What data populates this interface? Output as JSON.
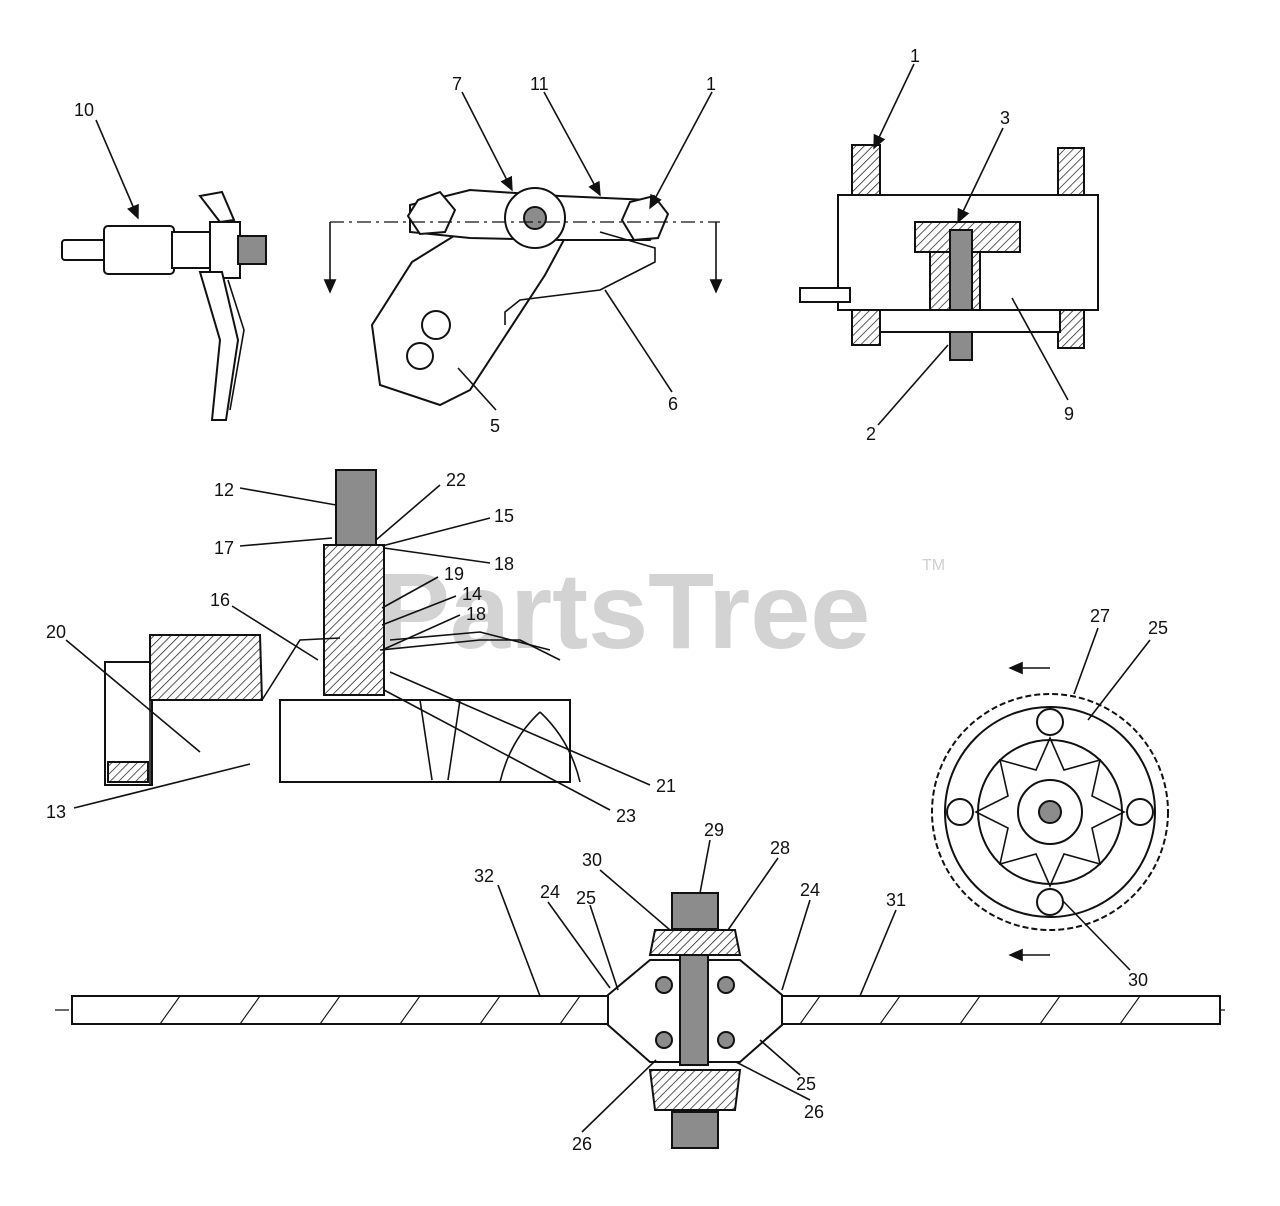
{
  "watermark": {
    "brand": "PartsTree",
    "trademark": "TM"
  },
  "callouts": {
    "c10": "10",
    "c7": "7",
    "c11": "11",
    "c1a": "1",
    "c5": "5",
    "c6": "6",
    "c1b": "1",
    "c3": "3",
    "c2": "2",
    "c9": "9",
    "c12": "12",
    "c22": "22",
    "c15": "15",
    "c17": "17",
    "c18a": "18",
    "c19": "19",
    "c14": "14",
    "c16": "16",
    "c18b": "18",
    "c20": "20",
    "c13": "13",
    "c21": "21",
    "c23": "23",
    "c27": "27",
    "c25a": "25",
    "c30a": "30",
    "c29": "29",
    "c30b": "30",
    "c28": "28",
    "c32": "32",
    "c24a": "24",
    "c25b": "25",
    "c24b": "24",
    "c31": "31",
    "c25c": "25",
    "c26a": "26",
    "c26b": "26"
  }
}
